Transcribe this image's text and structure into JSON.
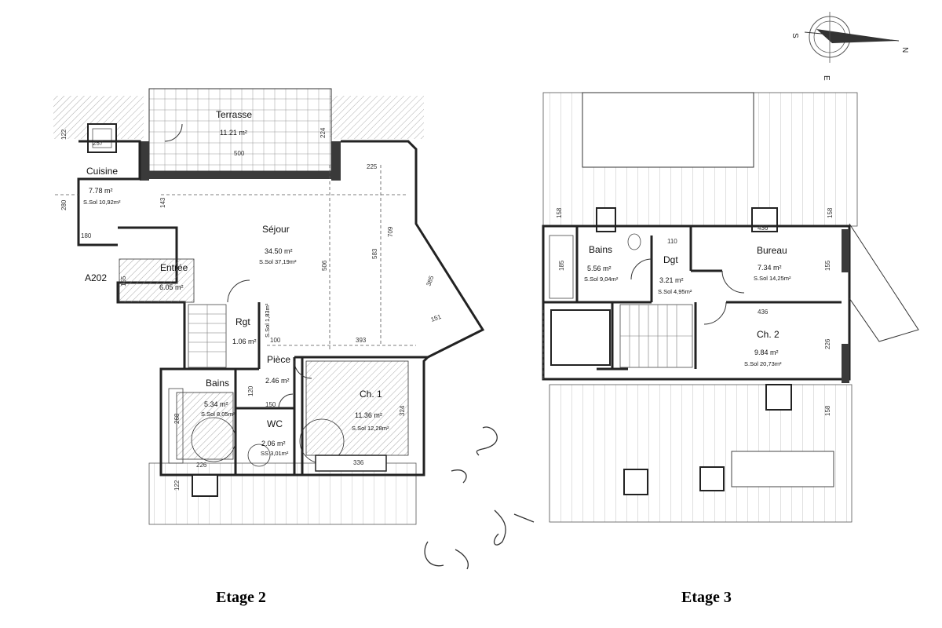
{
  "compass": {
    "n": "N",
    "s": "S",
    "e": "E"
  },
  "floor2": {
    "caption": "Etage 2",
    "ref": "A202",
    "rooms": {
      "terrasse": {
        "name": "Terrasse",
        "area": "11.21 m²"
      },
      "cuisine": {
        "name": "Cuisine",
        "area": "7.78 m²",
        "sol": "S.Sol 10,92m²"
      },
      "sejour": {
        "name": "Séjour",
        "area": "34.50 m²",
        "sol": "S.Sol 37,19m²"
      },
      "entree": {
        "name": "Entrée",
        "area": "6.05 m²"
      },
      "rgt": {
        "name": "Rgt",
        "area": "1.06 m²",
        "sol": "S.Sol 1,83m²"
      },
      "piece": {
        "name": "Pièce",
        "area": "2.46 m²"
      },
      "bains": {
        "name": "Bains",
        "area": "5.34 m²",
        "sol": "S.Sol 8,05m²"
      },
      "wc": {
        "name": "WC",
        "area": "2.06 m²",
        "sol": "SS 3,01m²"
      },
      "ch1": {
        "name": "Ch. 1",
        "area": "11.36 m²",
        "sol": "S.Sol 12,28m²"
      }
    },
    "dims": {
      "d122": "122",
      "d257": "257",
      "d280": "280",
      "d180": "180",
      "d143": "143",
      "d500": "500",
      "d224": "224",
      "d225": "225",
      "d583": "583",
      "d506": "506",
      "d709": "709",
      "d385": "385",
      "d151": "151",
      "d393": "393",
      "d100": "100",
      "d155": "155",
      "d268": "268",
      "d120": "120",
      "d150": "150",
      "d324": "324",
      "d226": "226",
      "d336": "336",
      "d122b": "122"
    }
  },
  "floor3": {
    "caption": "Etage 3",
    "rooms": {
      "bains": {
        "name": "Bains",
        "area": "5.56 m²",
        "sol": "S.Sol 9,04m²"
      },
      "dgt": {
        "name": "Dgt",
        "area": "3.21 m²",
        "sol": "S.Sol 4,95m²"
      },
      "bureau": {
        "name": "Bureau",
        "area": "7.34 m²",
        "sol": "S.Sol 14,25m²"
      },
      "ch2": {
        "name": "Ch. 2",
        "area": "9.84 m²",
        "sol": "S.Sol 20,73m²"
      }
    },
    "dims": {
      "d158": "158",
      "d158b": "158",
      "d436": "436",
      "d110": "110",
      "d185": "185",
      "d155": "155",
      "d436b": "436",
      "d226": "226",
      "d158c": "158"
    }
  }
}
